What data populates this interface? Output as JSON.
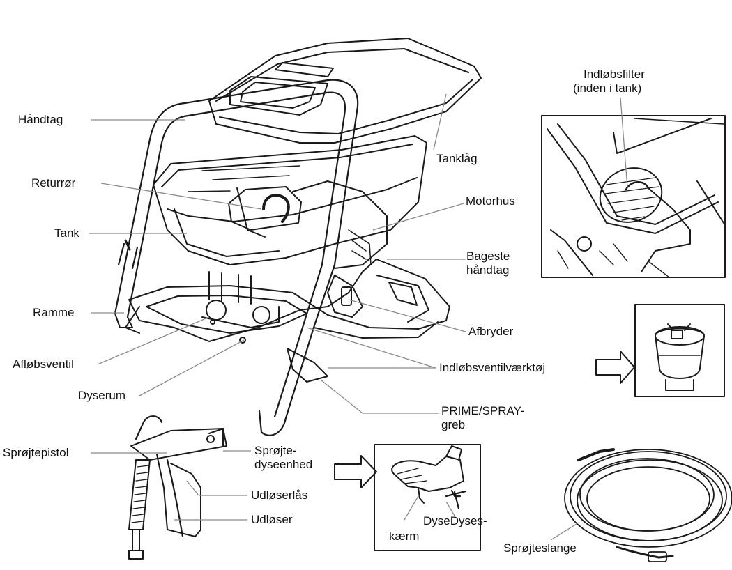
{
  "labels": {
    "handle": "Håndtag",
    "return_tube": "Returrør",
    "tank": "Tank",
    "frame": "Ramme",
    "drain_valve": "Afløbsventil",
    "tip_storage": "Dyserum",
    "tank_lid": "Tanklåg",
    "motor_housing": "Motorhus",
    "rear_handle_1": "Bageste",
    "rear_handle_2": "håndtag",
    "switch": "Afbryder",
    "inlet_valve_tool": "Indløbsventilværktøj",
    "prime_spray_1": "PRIME/SPRAY-",
    "prime_spray_2": "greb",
    "inlet_filter_1": "Indløbsfilter",
    "inlet_filter_2": "(inden i tank)",
    "spray_gun": "Sprøjtepistol",
    "tip_assembly_1": "Sprøjte-",
    "tip_assembly_2": "dyseenhed",
    "trigger_lock": "Udløserlås",
    "trigger": "Udløser",
    "guard": "kærm",
    "tip_label": "DyseDyses-",
    "spray_hose": "Sprøjteslange"
  }
}
